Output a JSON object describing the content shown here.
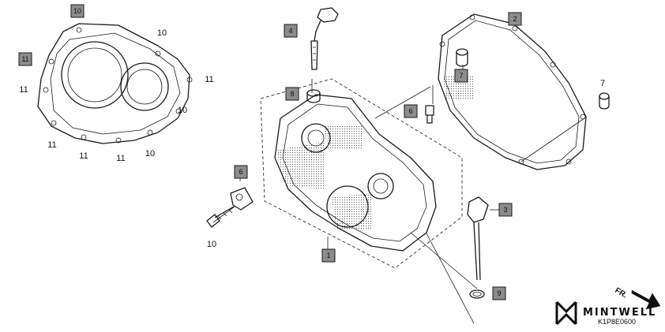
{
  "diagram": {
    "callouts_boxed": [
      "10",
      "11",
      "4",
      "2",
      "7",
      "8",
      "6",
      "6",
      "3",
      "1",
      "9"
    ],
    "callouts_plain": [
      "10",
      "11",
      "11",
      "11",
      "11",
      "11",
      "10",
      "10",
      "7",
      "10"
    ],
    "footer": {
      "direction_label": "FR.",
      "brand": "MINTWELL",
      "diagram_code": "K1P8E0600"
    }
  }
}
